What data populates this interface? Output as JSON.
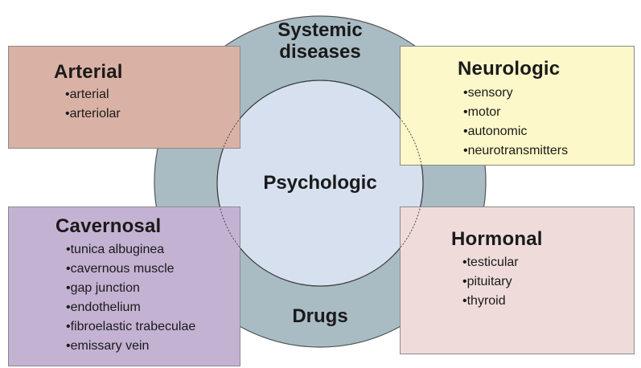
{
  "ring": {
    "top_label_line1": "Systemic",
    "top_label_line2": "diseases",
    "bottom_label": "Drugs"
  },
  "center": {
    "label": "Psychologic"
  },
  "boxes": {
    "arterial": {
      "title": "Arterial",
      "items": [
        "arterial",
        "arteriolar"
      ]
    },
    "neurologic": {
      "title": "Neurologic",
      "items": [
        "sensory",
        "motor",
        "autonomic",
        "neurotransmitters"
      ]
    },
    "cavernosal": {
      "title": "Cavernosal",
      "items": [
        "tunica albuginea",
        "cavernous muscle",
        "gap junction",
        "endothelium",
        "fibroelastic trabeculae",
        "emissary vein"
      ]
    },
    "hormonal": {
      "title": "Hormonal",
      "items": [
        "testicular",
        "pituitary",
        "thyroid"
      ]
    }
  },
  "colors": {
    "outer_ring": "#a9bcc4",
    "inner_circle": "#d6e0ef",
    "arterial": "#d9b2a5",
    "neurologic": "#fdf8c9",
    "cavernosal": "#c4b2d3",
    "hormonal": "#efdcda"
  }
}
